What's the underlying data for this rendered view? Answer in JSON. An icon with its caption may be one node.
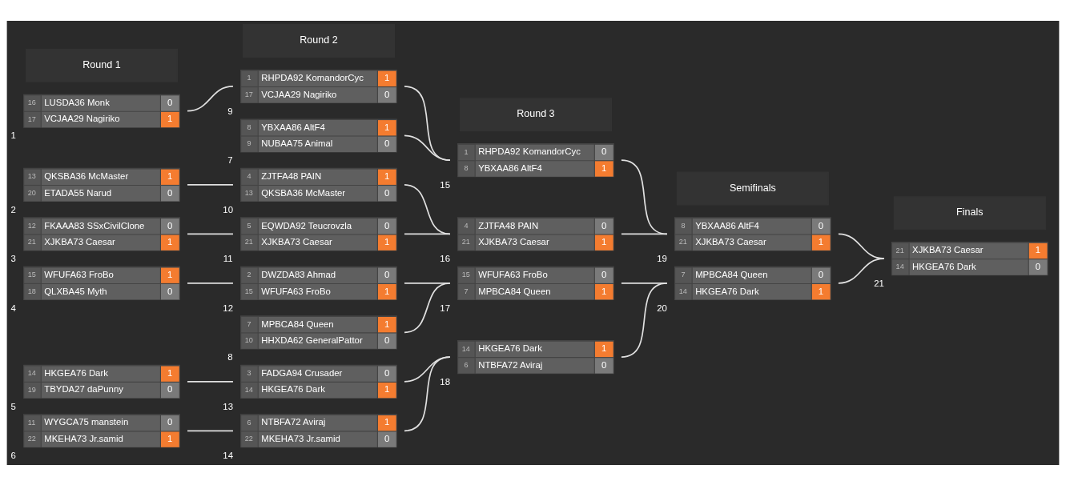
{
  "diagram": {
    "nodes": [
      {
        "text": [
          "16",
          "LUSDA36 Monk",
          "0",
          "17",
          "VCJAA29 Nagiriko",
          "1"
        ],
        "beside": [
          "1"
        ]
      },
      {
        "text": [
          "13",
          "QKSBA36 McMaster",
          "1",
          "20",
          "ETADA55 Narud",
          "0"
        ],
        "beside": [
          "2"
        ]
      },
      {
        "text": [
          "12",
          "FKAAA83 SSxCivilClone",
          "0",
          "21",
          "XJKBA73 Caesar",
          "1"
        ],
        "beside": [
          "3"
        ]
      },
      {
        "text": [
          "15",
          "WFUFA63 FroBo",
          "1",
          "18",
          "QLXBA45 Myth",
          "0"
        ],
        "beside": [
          "4"
        ]
      },
      {
        "text": [
          "14",
          "HKGEA76 Dark",
          "1",
          "19",
          "TBYDA27 daPunny",
          "0"
        ],
        "beside": [
          "5"
        ]
      },
      {
        "text": [
          "11",
          "WYGCA75 manstein",
          "0",
          "22",
          "MKEHA73 Jr.samid",
          "1"
        ],
        "beside": [
          "6"
        ]
      },
      {
        "text": [
          "1",
          "RHPDA92 KomandorCyc",
          "1",
          "17",
          "VCJAA29 Nagiriko",
          "0"
        ],
        "beside": [
          "9"
        ]
      },
      {
        "text": [
          "8",
          "YBXAA86 AltF4",
          "1",
          "9",
          "NUBAA75 Animal",
          "0"
        ],
        "beside": [
          "7"
        ]
      },
      {
        "text": [
          "4",
          "ZJTFA48 PAIN",
          "1",
          "13",
          "QKSBA36 McMaster",
          "0"
        ],
        "beside": [
          "10"
        ]
      },
      {
        "text": [
          "5",
          "EQWDA92 Teucrovzla",
          "0",
          "21",
          "XJKBA73 Caesar",
          "1"
        ],
        "beside": [
          "11"
        ]
      },
      {
        "text": [
          "2",
          "DWZDA83 Ahmad",
          "0",
          "15",
          "WFUFA63 FroBo",
          "1"
        ],
        "beside": [
          "12"
        ]
      },
      {
        "text": [
          "7",
          "MPBCA84 Queen",
          "1",
          "10",
          "HHXDA62 GeneralPattor",
          "0"
        ],
        "beside": [
          "8"
        ]
      },
      {
        "text": [
          "3",
          "FADGA94 Crusader",
          "0",
          "14",
          "HKGEA76 Dark",
          "1"
        ],
        "beside": [
          "13"
        ]
      },
      {
        "text": [
          "6",
          "NTBFA72 Aviraj",
          "1",
          "22",
          "MKEHA73 Jr.samid",
          "0"
        ],
        "beside": [
          "14"
        ]
      },
      {
        "text": [
          "1",
          "RHPDA92 KomandorCyc",
          "0",
          "8",
          "YBXAA86 AltF4",
          "1"
        ],
        "beside": [
          "15"
        ]
      },
      {
        "text": [
          "4",
          "ZJTFA48 PAIN",
          "0",
          "21",
          "XJKBA73 Caesar",
          "1"
        ],
        "beside": [
          "16"
        ]
      },
      {
        "text": [
          "15",
          "WFUFA63 FroBo",
          "0",
          "7",
          "MPBCA84 Queen",
          "1"
        ],
        "beside": [
          "17"
        ]
      },
      {
        "text": [
          "14",
          "HKGEA76 Dark",
          "1",
          "6",
          "NTBFA72 Aviraj",
          "0"
        ],
        "beside": [
          "18"
        ]
      },
      {
        "text": [
          "8",
          "YBXAA86 AltF4",
          "0",
          "21",
          "XJKBA73 Caesar",
          "1"
        ],
        "beside": [
          "19"
        ]
      },
      {
        "text": [
          "7",
          "MPBCA84 Queen",
          "0",
          "14",
          "HKGEA76 Dark",
          "1"
        ],
        "beside": [
          "20"
        ]
      },
      {
        "text": [
          "21",
          "XJKBA73 Caesar",
          "1",
          "14",
          "HKGEA76 Dark",
          "0"
        ],
        "beside": [
          "21"
        ]
      }
    ],
    "edges": [
      {
        "from": 0,
        "to": 6,
        "arrow": "none"
      },
      {
        "from": 1,
        "to": 8,
        "arrow": "none"
      },
      {
        "from": 2,
        "to": 9,
        "arrow": "none"
      },
      {
        "from": 3,
        "to": 10,
        "arrow": "none"
      },
      {
        "from": 4,
        "to": 12,
        "arrow": "none"
      },
      {
        "from": 5,
        "to": 13,
        "arrow": "none"
      },
      {
        "from": 6,
        "to": 14,
        "arrow": "none"
      },
      {
        "from": 7,
        "to": 14,
        "arrow": "none"
      },
      {
        "from": 8,
        "to": 15,
        "arrow": "none"
      },
      {
        "from": 9,
        "to": 15,
        "arrow": "none"
      },
      {
        "from": 10,
        "to": 16,
        "arrow": "none"
      },
      {
        "from": 11,
        "to": 16,
        "arrow": "none"
      },
      {
        "from": 12,
        "to": 17,
        "arrow": "none"
      },
      {
        "from": 13,
        "to": 17,
        "arrow": "none"
      },
      {
        "from": 14,
        "to": 18,
        "arrow": "none"
      },
      {
        "from": 15,
        "to": 18,
        "arrow": "none"
      },
      {
        "from": 16,
        "to": 19,
        "arrow": "none"
      },
      {
        "from": 17,
        "to": 19,
        "arrow": "none"
      },
      {
        "from": 18,
        "to": 20,
        "arrow": "none"
      },
      {
        "from": 19,
        "to": 20,
        "arrow": "none"
      }
    ],
    "labels": [
      "Round 1",
      "Round 2",
      "Round 3",
      "Semifinals",
      "Finals"
    ]
  }
}
